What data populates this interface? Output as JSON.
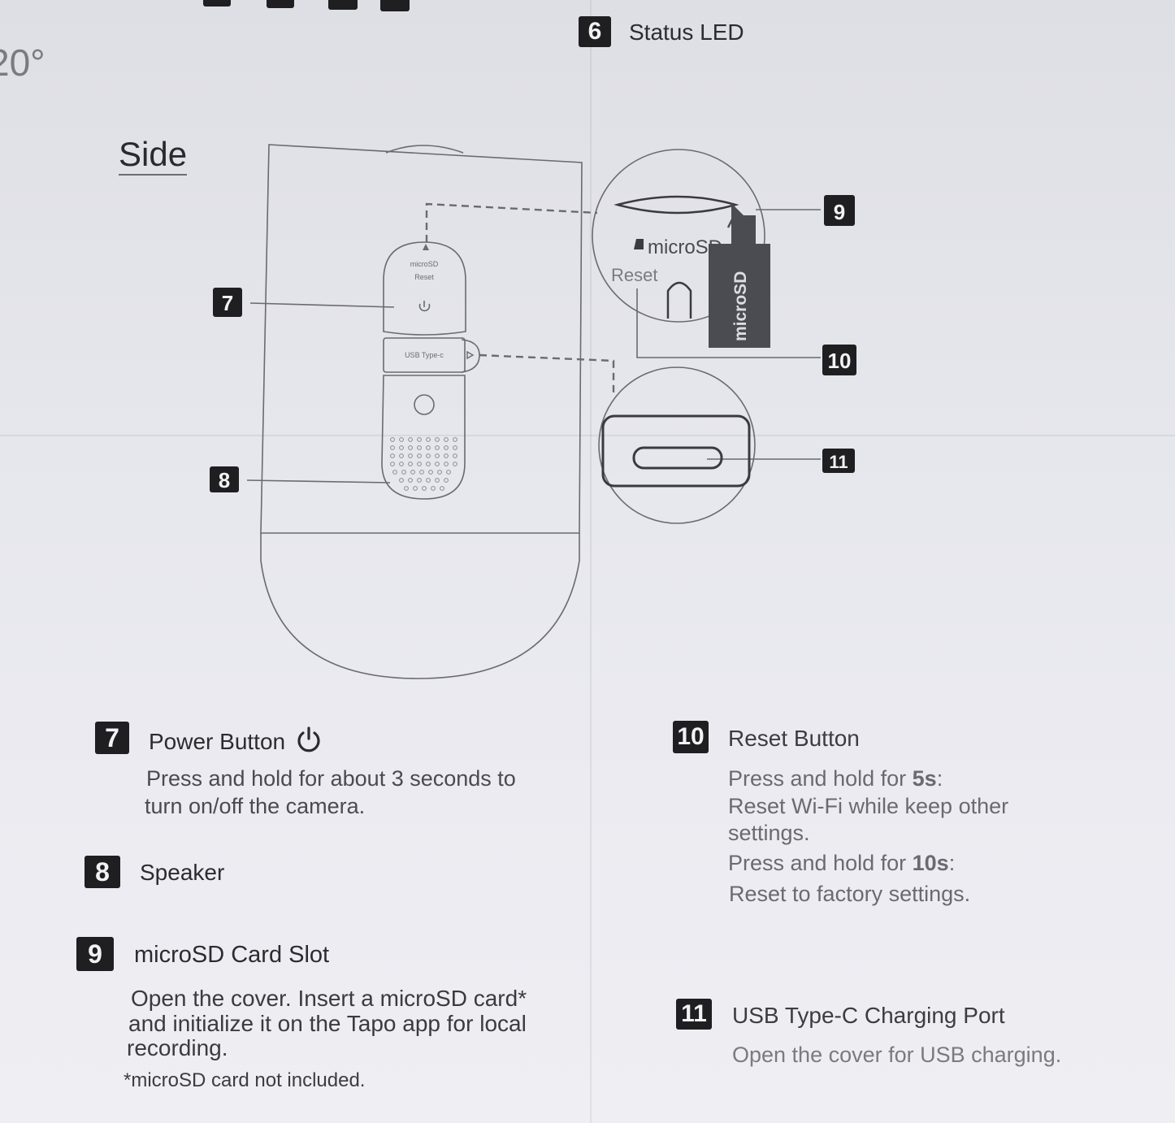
{
  "top_left_fragment": "20°",
  "status_led": {
    "badge": "6",
    "label": "Status LED"
  },
  "side_title": "Side",
  "diagram": {
    "callouts": [
      "7",
      "8",
      "9",
      "10",
      "11"
    ],
    "panel_label_microsd": "microSD",
    "panel_label_reset": "Reset",
    "panel_label_usb": "USB Type-c",
    "zoom_microsd": "microSD",
    "zoom_reset": "Reset",
    "card_label": "microSD"
  },
  "items": {
    "power": {
      "badge": "7",
      "title": "Power Button",
      "lines": [
        "Press and hold for about 3 seconds to",
        "turn on/off the camera."
      ]
    },
    "speaker": {
      "badge": "8",
      "title": "Speaker"
    },
    "microsd": {
      "badge": "9",
      "title": "microSD Card Slot",
      "lines": [
        "Open the cover. Insert a microSD card*",
        "and initialize it on the Tapo app for local",
        "recording."
      ],
      "note": "*microSD card not included."
    },
    "reset": {
      "badge": "10",
      "title": "Reset Button",
      "line1_prefix": "Press and hold for ",
      "line1_bold": "5s",
      "line1_suffix": ":",
      "line2": "Reset Wi-Fi while keep other",
      "line3": "settings.",
      "line4_prefix": "Press and hold for ",
      "line4_bold": "10s",
      "line4_suffix": ":",
      "line5": "Reset to factory settings."
    },
    "usb": {
      "badge": "11",
      "title": "USB Type-C Charging Port",
      "line": "Open the cover for USB charging."
    }
  }
}
